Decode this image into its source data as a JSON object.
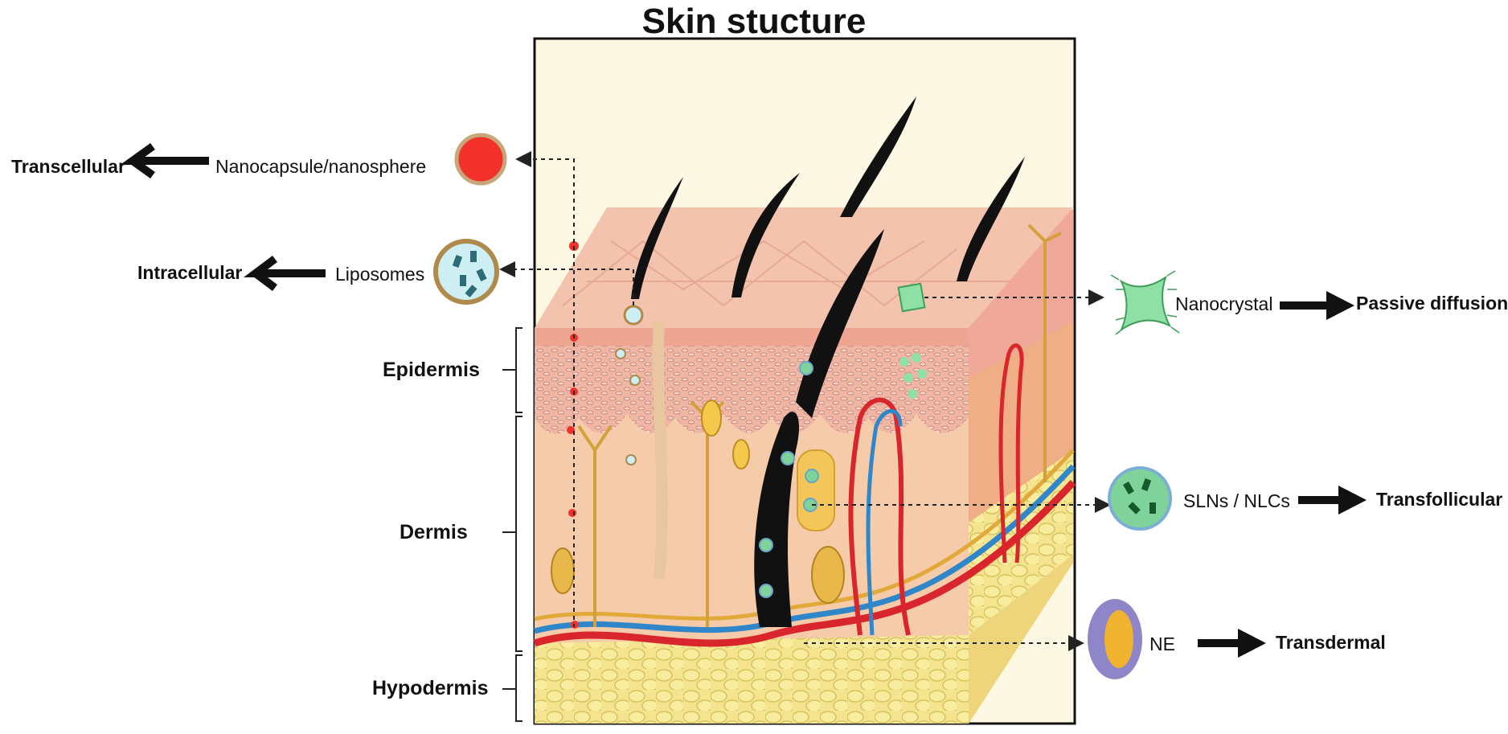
{
  "title": "Skin stucture",
  "layers": [
    {
      "label": "Epidermis"
    },
    {
      "label": "Dermis"
    },
    {
      "label": "Hypodermis"
    }
  ],
  "carriers": [
    {
      "name": "Nanocapsule/nanosphere",
      "route": "Transcellular"
    },
    {
      "name": "Liposomes",
      "route": "Intracellular"
    },
    {
      "name": "Nanocrystal",
      "route": "Passive diffusion"
    },
    {
      "name": "SLNs / NLCs",
      "route": "Transfollicular"
    },
    {
      "name": "NE",
      "route": "Transdermal"
    }
  ],
  "colors": {
    "skin_surface": "#f2c1a8",
    "epidermis": "#f0b9a6",
    "dermis": "#f5cba9",
    "hypodermis": "#f2e08a",
    "background_panel": "#fdf8e3",
    "artery": "#d9262c",
    "vein": "#2f86c9",
    "nerve": "#e0a93a",
    "hair": "#111111",
    "nanocapsule": "#f2322a",
    "liposome": "#cdeef2",
    "nanocrystal": "#8ee0a6",
    "sln": "#7fd39a",
    "ne_shell": "#8f86c9",
    "ne_core": "#f0b330"
  }
}
